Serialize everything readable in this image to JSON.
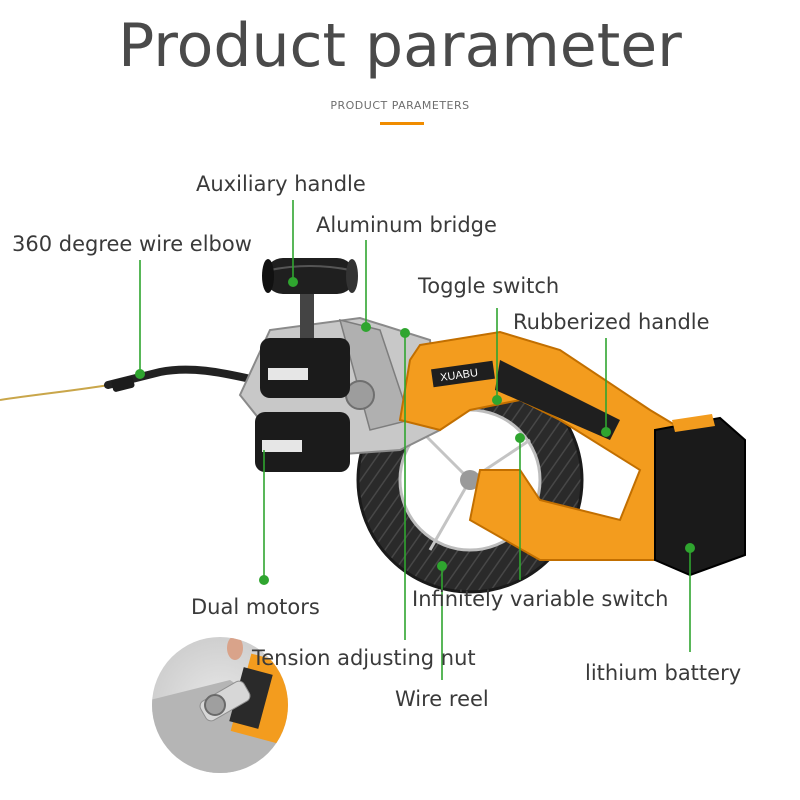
{
  "header": {
    "title": "Product parameter",
    "subtitle": "PRODUCT PARAMETERS"
  },
  "brand_text": "XUABU",
  "callouts": {
    "auxiliary_handle": "Auxiliary handle",
    "aluminum_bridge": "Aluminum bridge",
    "wire_elbow": "360 degree wire elbow",
    "toggle_switch": "Toggle switch",
    "rubberized_handle": "Rubberized handle",
    "dual_motors": "Dual motors",
    "variable_switch": "Infinitely variable switch",
    "tension_nut": "Tension adjusting nut",
    "wire_reel": "Wire reel",
    "lithium_battery": "lithium battery"
  },
  "colors": {
    "accent": "#f08c00",
    "body_orange": "#f39c1e",
    "leader_green": "#2fa52f",
    "dark_body": "#1f1f1f",
    "metal": "#b9b9b9"
  },
  "icons": {
    "callout_dot": "green-dot-icon"
  }
}
